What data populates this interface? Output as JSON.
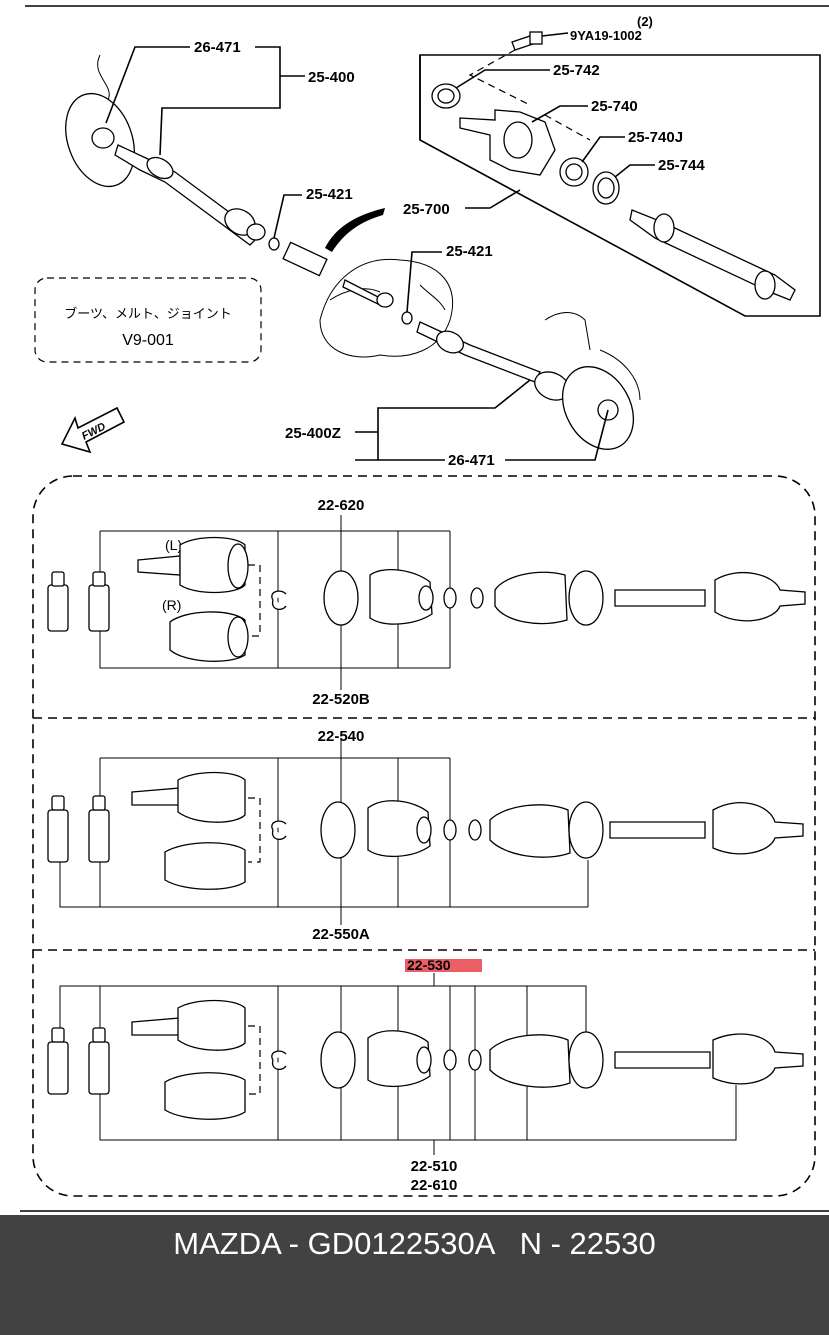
{
  "diagram": {
    "callouts": {
      "p26_471_top": "26-471",
      "p25_400": "25-400",
      "p9ya19_qty": "(2)",
      "p9ya19": "9YA19-1002",
      "p25_742": "25-742",
      "p25_740": "25-740",
      "p25_740j": "25-740J",
      "p25_744": "25-744",
      "p25_700": "25-700",
      "p25_421_a": "25-421",
      "p25_421_b": "25-421",
      "p25_400z": "25-400Z",
      "p26_471_bottom": "26-471",
      "p22_620": "22-620",
      "p22_520b": "22-520B",
      "p22_540": "22-540",
      "p22_550a": "22-550A",
      "p22_530": "22-530",
      "p22_510": "22-510",
      "p22_610": "22-610",
      "left_label": "(L)",
      "right_label": "(R)"
    },
    "note_box": {
      "line1": "ブーツ、メルト、ジョイント",
      "line2": "V9-001"
    },
    "fwd_label": "FWD",
    "highlight_color": "#e8424a"
  },
  "footer": {
    "text": "MAZDA - GD0122530A   N - 22530",
    "background": "#424242",
    "color": "#ffffff"
  }
}
